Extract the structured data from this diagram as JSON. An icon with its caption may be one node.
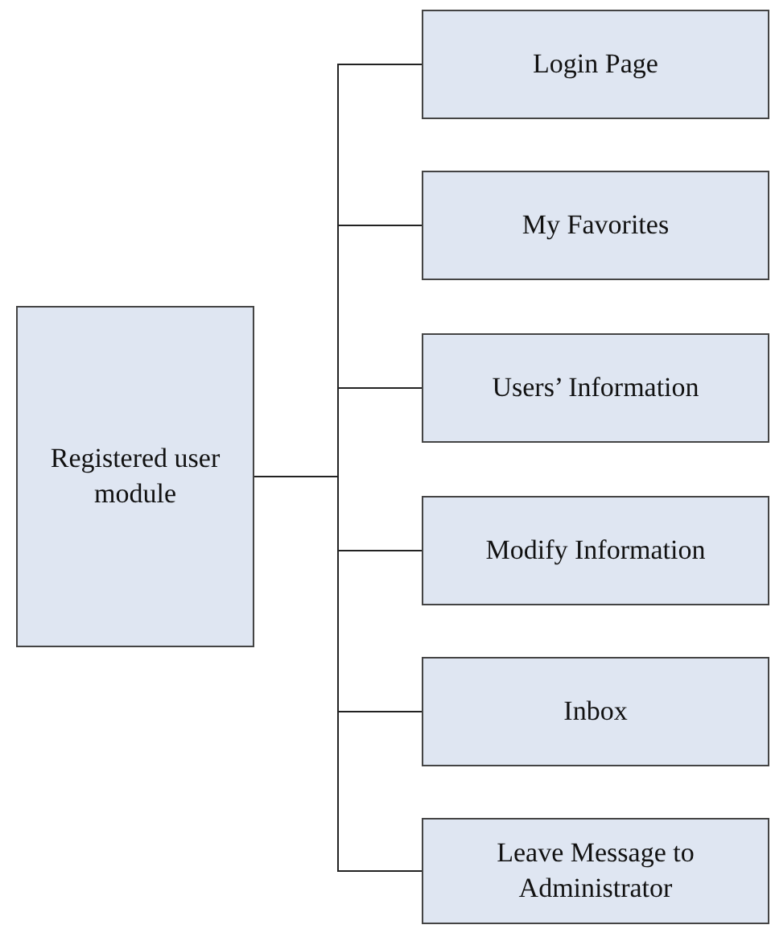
{
  "diagram": {
    "nodes": [
      {
        "text": [
          "Registered user module"
        ]
      },
      {
        "text": [
          "Login Page"
        ]
      },
      {
        "text": [
          "My Favorites"
        ]
      },
      {
        "text": [
          "Users’ Information"
        ]
      },
      {
        "text": [
          "Modify Information"
        ]
      },
      {
        "text": [
          "Inbox"
        ]
      },
      {
        "text": [
          "Leave Message to Administrator"
        ]
      }
    ],
    "edges": [
      {
        "from": 0,
        "to": 1,
        "arrow": "none"
      },
      {
        "from": 0,
        "to": 2,
        "arrow": "none"
      },
      {
        "from": 0,
        "to": 3,
        "arrow": "none"
      },
      {
        "from": 0,
        "to": 4,
        "arrow": "none"
      },
      {
        "from": 0,
        "to": 5,
        "arrow": "none"
      },
      {
        "from": 0,
        "to": 6,
        "arrow": "none"
      }
    ]
  }
}
